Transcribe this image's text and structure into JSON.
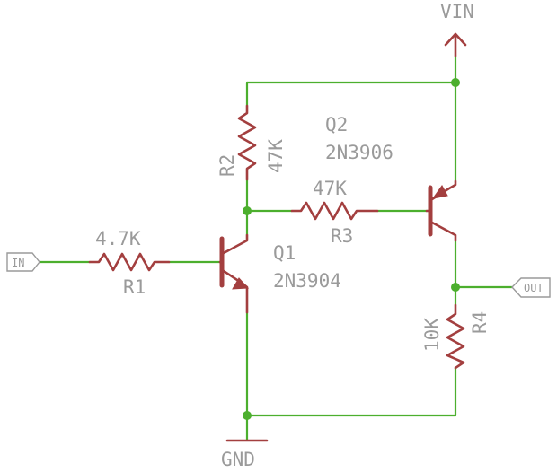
{
  "nets": {
    "vin": "VIN",
    "gnd": "GND"
  },
  "ports": {
    "input": "IN",
    "output": "OUT"
  },
  "components": {
    "r1": {
      "name": "R1",
      "value": "4.7K"
    },
    "r2": {
      "name": "R2",
      "value": "47K"
    },
    "r3": {
      "name": "R3",
      "value": "47K"
    },
    "r4": {
      "name": "R4",
      "value": "10K"
    },
    "q1": {
      "name": "Q1",
      "part": "2N3904"
    },
    "q2": {
      "name": "Q2",
      "part": "2N3906"
    }
  },
  "colors": {
    "wire": "#4caf2e",
    "component": "#a33f3f",
    "label": "#9a9a9a",
    "background": "#ffffff"
  }
}
